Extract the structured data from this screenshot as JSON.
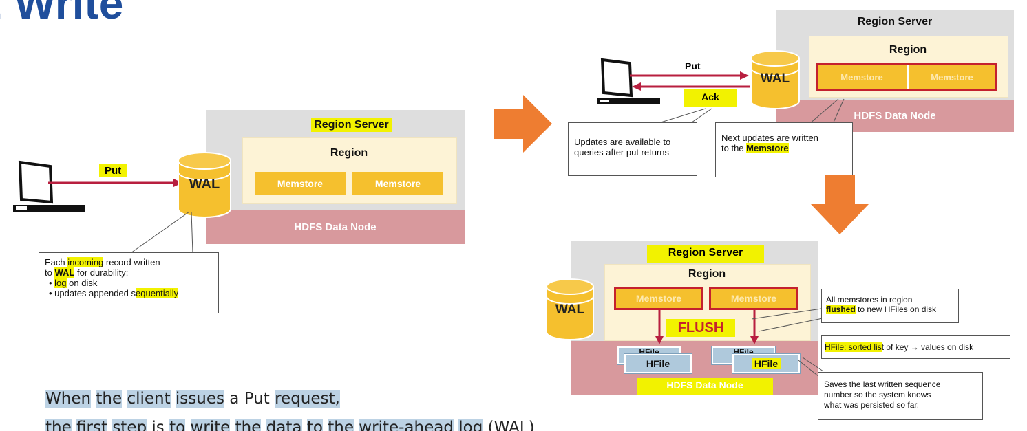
{
  "slide_title": "Write",
  "panel_left": {
    "region_server": "Region Server",
    "region": "Region",
    "memstores": [
      "Memstore",
      "Memstore"
    ],
    "hdfs": "HDFS Data Node",
    "wal": "WAL",
    "put": "Put",
    "callout": {
      "line1_pre": "Each ",
      "line1_hl": "incoming",
      "line1_post": " record written",
      "line2_pre": "to ",
      "line2_hl": "WAL",
      "line2_post": " for durability:",
      "bullet1_hl": "log",
      "bullet1_post": " on disk",
      "bullet2_pre": "updates appended s",
      "bullet2_hl": "equentially"
    }
  },
  "panel_top_right": {
    "region_server": "Region Server",
    "region": "Region",
    "memstores": [
      "Memstore",
      "Memstore"
    ],
    "hdfs": "HDFS Data Node",
    "wal": "WAL",
    "put": "Put",
    "ack": "Ack",
    "callout_left": [
      "Updates are available to",
      "queries after put returns"
    ],
    "callout_right": {
      "line1": "Next updates are written",
      "line2_pre": "to the ",
      "line2_hl": "Memstore"
    }
  },
  "panel_bottom_right": {
    "region_server": "Region Server",
    "region": "Region",
    "memstores": [
      "Memstore",
      "Memstore"
    ],
    "wal": "WAL",
    "flush": "FLUSH",
    "hfiles": [
      "HFile",
      "HFile",
      "HFile",
      "HFile"
    ],
    "hdfs": "HDFS Data Node",
    "callout_flush": {
      "line1": "All memstores in region",
      "line2_hl": "flushed",
      "line2_post": " to new HFiles on disk"
    },
    "callout_hfile": {
      "pre": "HFile: sorted lis",
      "post": "t of key → values on disk"
    },
    "callout_seq": [
      "Saves the last written sequence",
      "number so the system knows",
      "what was persisted so far."
    ]
  },
  "bottom_text": {
    "line1": [
      "When",
      "the",
      "client",
      "issues",
      "a",
      "Put",
      "request,"
    ],
    "line2": [
      "the",
      "first",
      "step",
      "is",
      "to",
      "write",
      "the",
      "data",
      "to",
      "the",
      "write-ahead",
      "log",
      "(WAL)"
    ]
  },
  "colors": {
    "accent_orange": "#ee7d31",
    "wal_gold": "#f5c02e",
    "memstore_border": "#c4212e",
    "hdfs_pink": "#d8999d",
    "highlight": "#f2f200",
    "arrow_red": "#b81f3f"
  }
}
